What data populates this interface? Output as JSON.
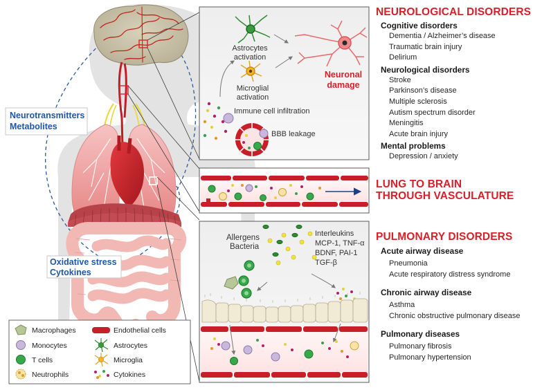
{
  "side_labels": {
    "nt_line1": "Neurotransmitters",
    "nt_line2": "Metabolites",
    "ox_line1": "Oxidative stress",
    "ox_line2": "Cytokines"
  },
  "brain_panel": {
    "astro_line1": "Astrocytes",
    "astro_line2": "activation",
    "micro_line1": "Microglial",
    "micro_line2": "activation",
    "neuron_line1": "Neuronal",
    "neuron_line2": "damage",
    "immune_label": "Immune cell infiltration",
    "bbb_label": "BBB leakage"
  },
  "lung_panel": {
    "allergens": "Allergens",
    "bacteria": "Bacteria",
    "mediators": [
      "Interleukins",
      "MCP-1, TNF-α",
      "BDNF, PAI-1",
      "TGF-β"
    ]
  },
  "legend": {
    "items": [
      {
        "label": "Macrophages",
        "icon": "macrophage-icon"
      },
      {
        "label": "Endothelial cells",
        "icon": "endothelial-cell-icon"
      },
      {
        "label": "Monocytes",
        "icon": "monocyte-icon"
      },
      {
        "label": "Astrocytes",
        "icon": "astrocyte-icon"
      },
      {
        "label": "T cells",
        "icon": "t-cell-icon"
      },
      {
        "label": "Microglia",
        "icon": "microglia-icon"
      },
      {
        "label": "Neutrophils",
        "icon": "neutrophil-icon"
      },
      {
        "label": "Cytokines",
        "icon": "cytokines-icon"
      }
    ]
  },
  "neuro": {
    "title": "NEUROLOGICAL DISORDERS",
    "groups": [
      {
        "name": "Cognitive disorders",
        "items": [
          "Dementia / Alzheimer’s disease",
          "Traumatic brain injury",
          "Delirium"
        ]
      },
      {
        "name": "Neurological disorders",
        "items": [
          "Stroke",
          "Parkinson’s disease",
          "Multiple sclerosis",
          "Autism spectrum disorder",
          "Meningitis",
          "Acute brain injury"
        ]
      },
      {
        "name": "Mental problems",
        "items": [
          "Depression / anxiety"
        ]
      }
    ]
  },
  "vasc": {
    "line1": "LUNG TO BRAIN",
    "line2": "THROUGH VASCULATURE"
  },
  "pulm": {
    "title": "PULMONARY DISORDERS",
    "groups": [
      {
        "name": "Acute airway disease",
        "items": [
          "Pneumonia",
          "Acute respiratory distress syndrome"
        ]
      },
      {
        "name": "Chronic airway disease",
        "items": [
          "Asthma",
          "Chronic obstructive pulmonary disease"
        ]
      },
      {
        "name": "Pulmonary diseases",
        "items": [
          "Pulmonary fibrosis",
          "Pulmonary hypertension"
        ]
      }
    ]
  },
  "colors": {
    "red_heading": "#d8202a",
    "blue_label": "#1f57a8",
    "vessel_red": "#d01f2a",
    "body_gray": "#e2e2e2"
  }
}
